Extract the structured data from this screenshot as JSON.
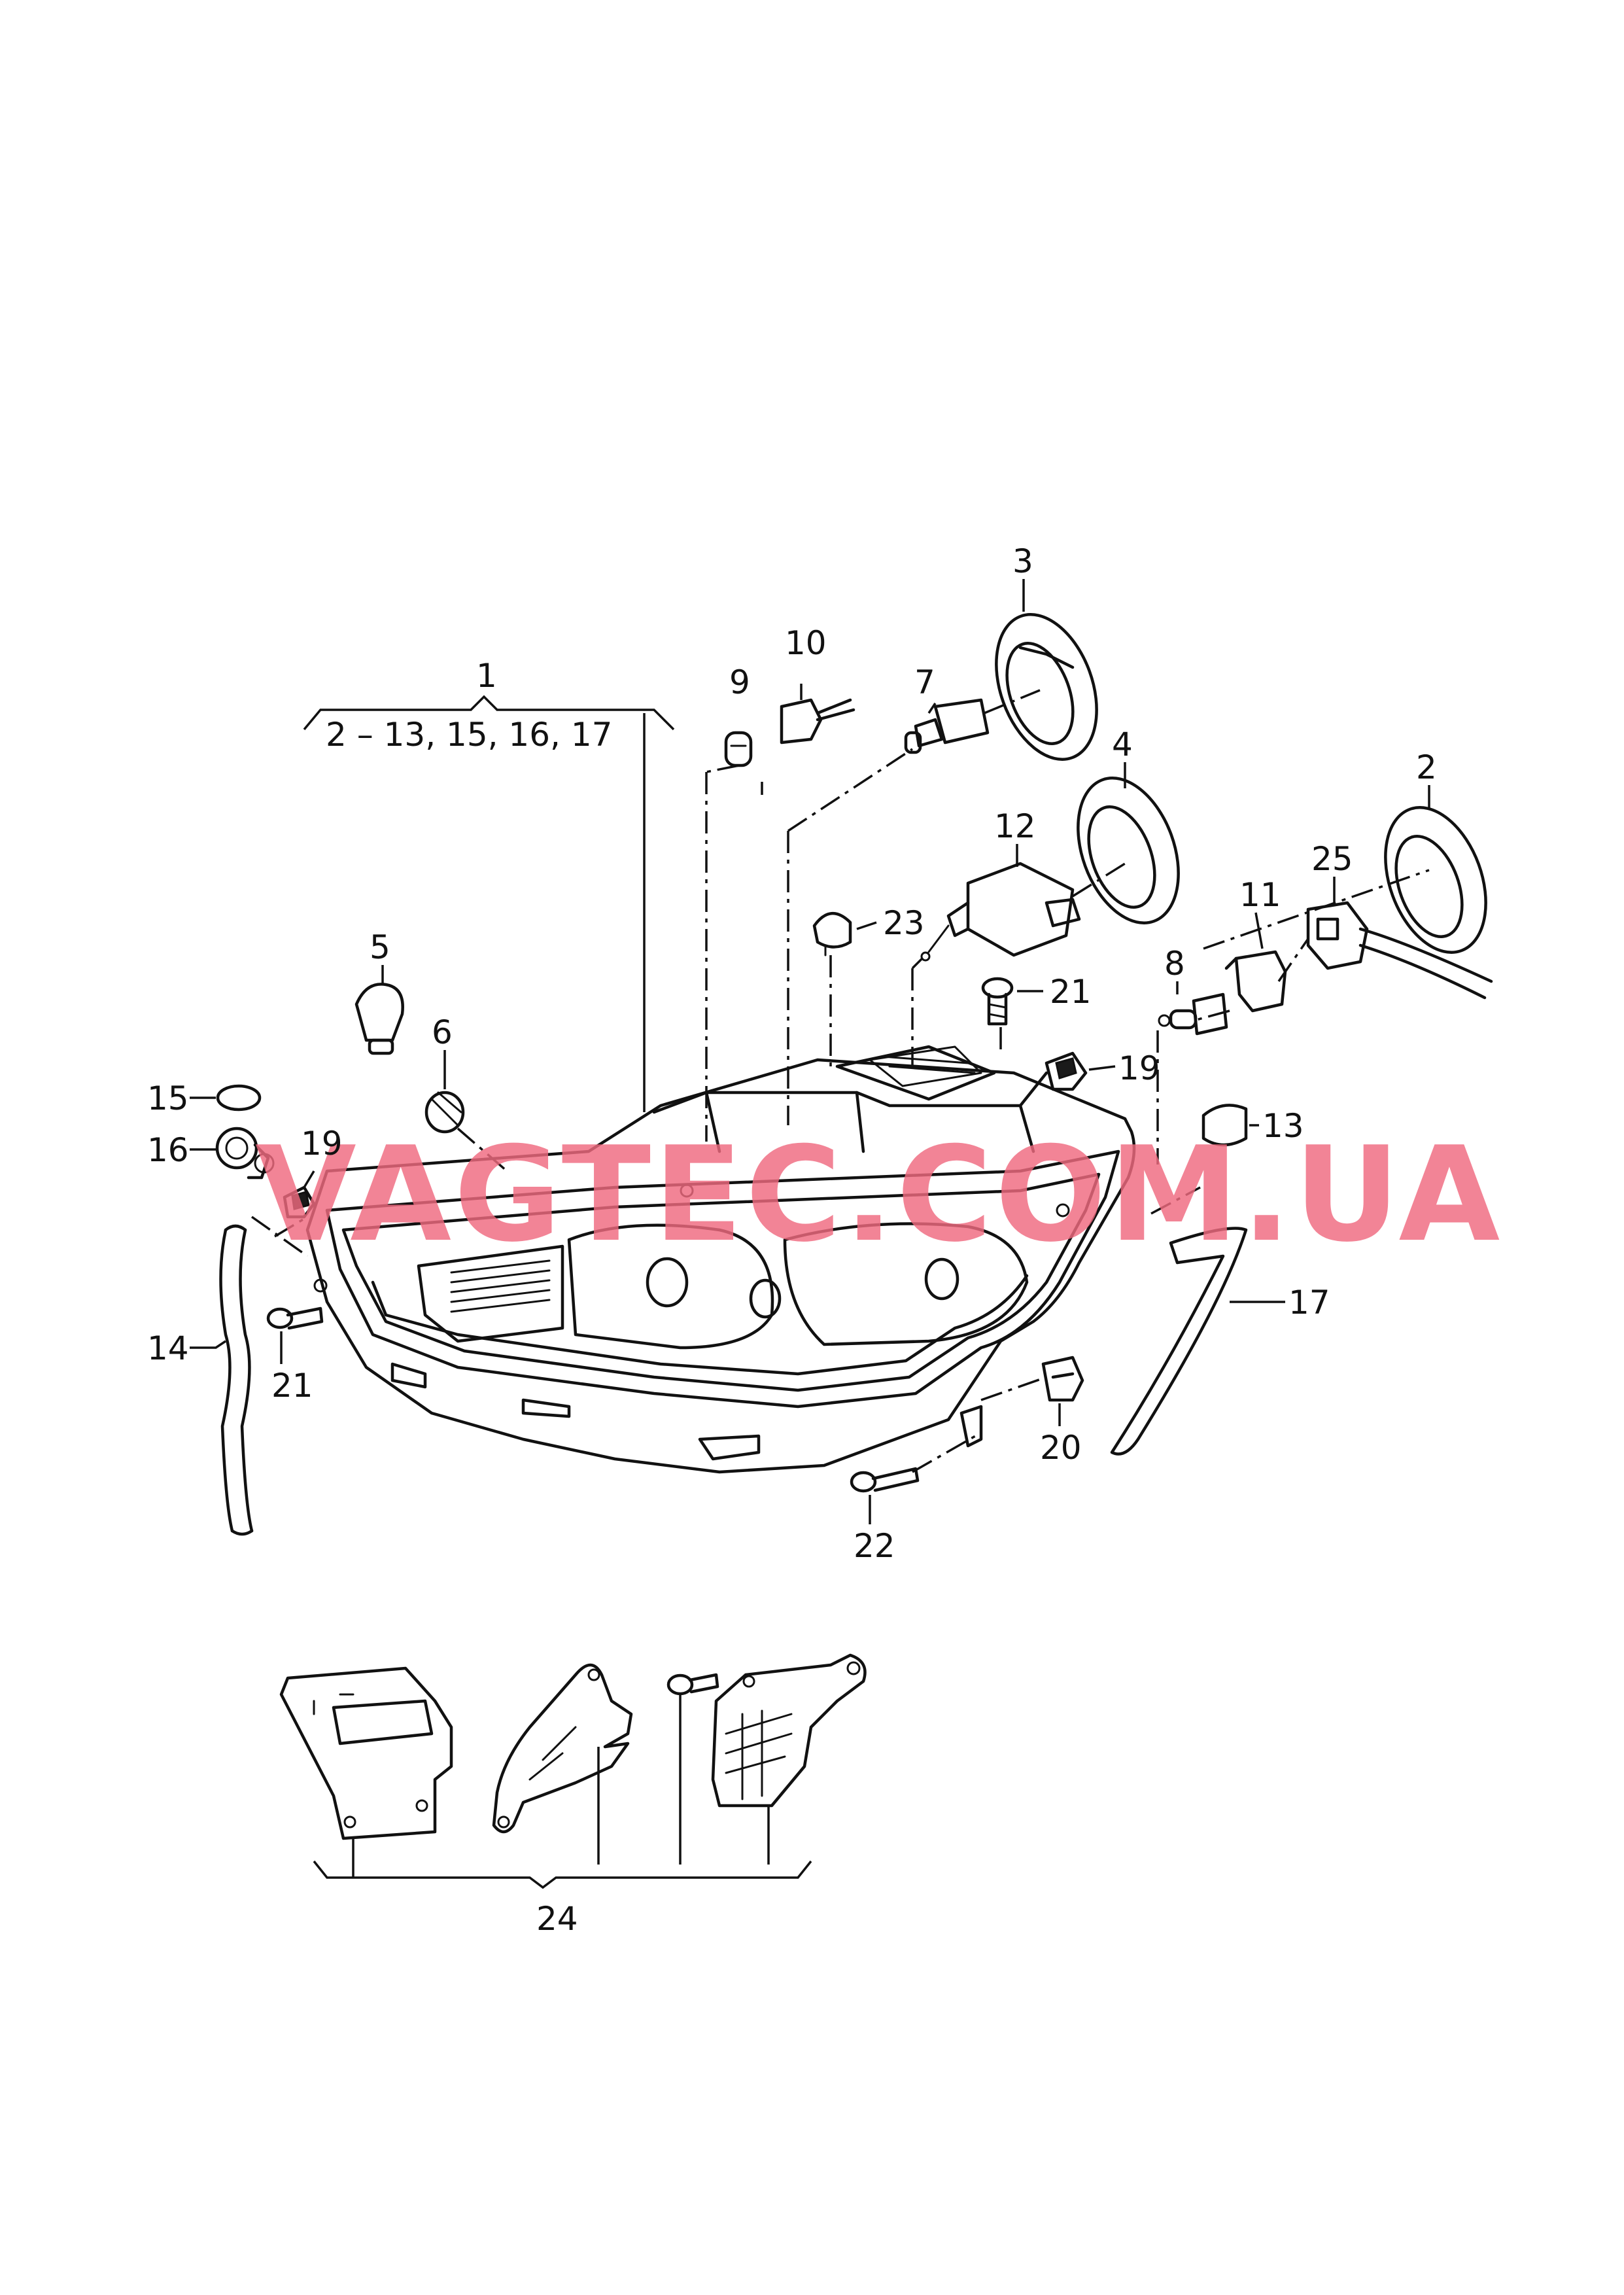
{
  "diagram": {
    "watermark": "VAGTEC.COM.UA",
    "group_label_1": "1",
    "group_label_1_contents": "2 – 13, 15, 16, 17",
    "group_label_24": "24",
    "callouts": {
      "c2": "2",
      "c3": "3",
      "c4": "4",
      "c5": "5",
      "c6": "6",
      "c7": "7",
      "c8": "8",
      "c9": "9",
      "c10": "10",
      "c11": "11",
      "c12": "12",
      "c13": "13",
      "c14": "14",
      "c15": "15",
      "c16": "16",
      "c17": "17",
      "c19a": "19",
      "c19b": "19",
      "c20": "20",
      "c21a": "21",
      "c21b": "21",
      "c22": "22",
      "c23": "23",
      "c25": "25"
    }
  }
}
